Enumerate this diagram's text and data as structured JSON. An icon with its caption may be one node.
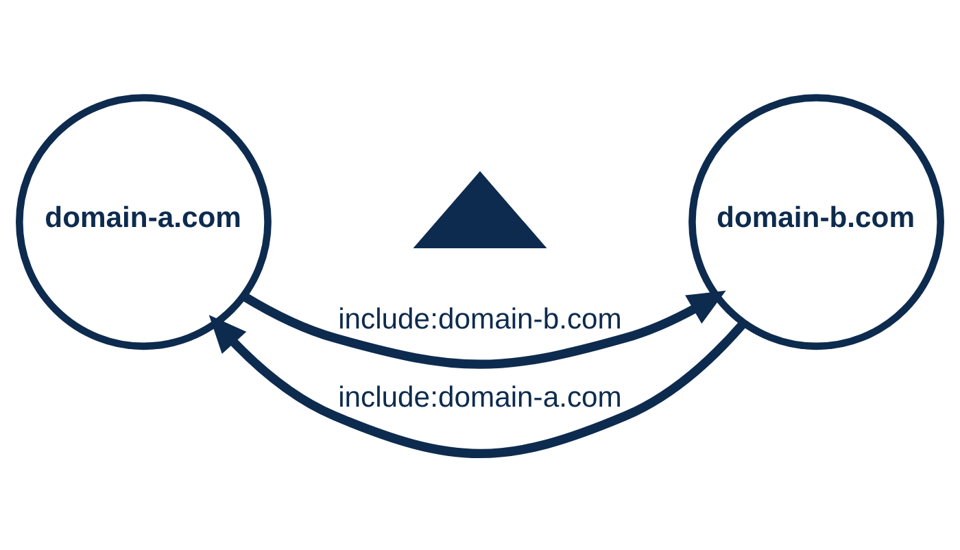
{
  "diagram": {
    "nodes": [
      {
        "text": [
          "domain-a.com"
        ]
      },
      {
        "text": [],
        "shape": "triangle"
      },
      {
        "text": [
          "domain-b.com"
        ]
      }
    ],
    "edges": [
      {
        "from": 0,
        "to": 2,
        "arrow": "to",
        "label": "include:domain-b.com"
      },
      {
        "from": 2,
        "to": 0,
        "arrow": "to",
        "label": "include:domain-a.com"
      }
    ]
  }
}
